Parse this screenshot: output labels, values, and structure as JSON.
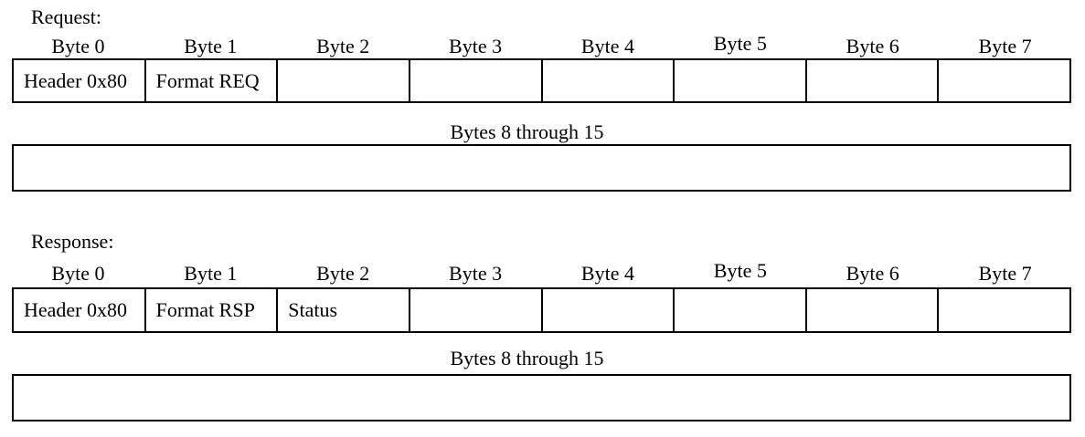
{
  "colors": {
    "background": "#ffffff",
    "border": "#000000",
    "text": "#000000"
  },
  "request": {
    "section_label": "Request:",
    "byte_headers": [
      "Byte 0",
      "Byte 1",
      "Byte 2",
      "Byte 3",
      "Byte 4",
      "Byte 5",
      "Byte 6",
      "Byte 7"
    ],
    "cells": [
      "Header 0x80",
      "Format REQ",
      "",
      "",
      "",
      "",
      "",
      ""
    ],
    "span_label": "Bytes 8 through 15"
  },
  "response": {
    "section_label": "Response:",
    "byte_headers": [
      "Byte 0",
      "Byte 1",
      "Byte 2",
      "Byte 3",
      "Byte 4",
      "Byte 5",
      "Byte 6",
      "Byte 7"
    ],
    "cells": [
      "Header 0x80",
      "Format RSP",
      "Status",
      "",
      "",
      "",
      "",
      ""
    ],
    "span_label": "Bytes 8 through 15"
  }
}
